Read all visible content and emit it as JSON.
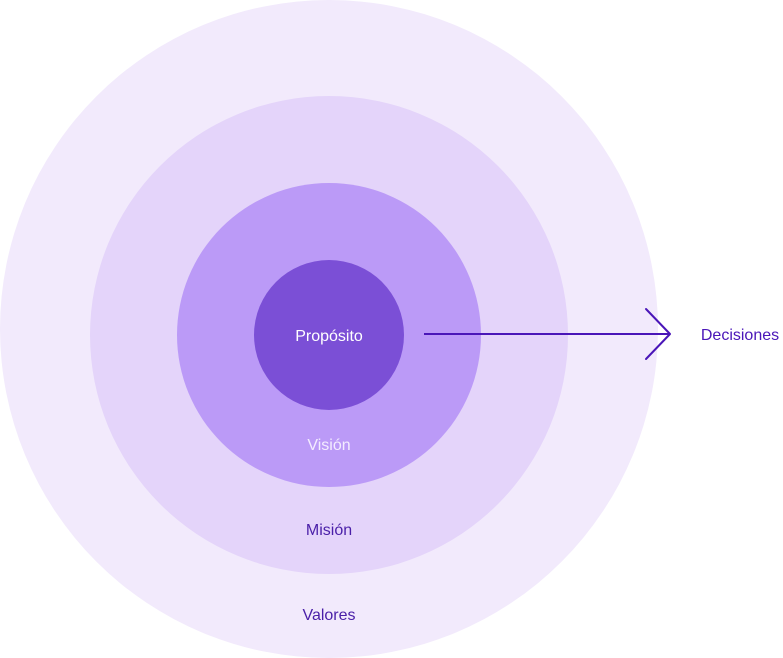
{
  "diagram": {
    "rings": [
      {
        "id": "valores",
        "label": "Valores",
        "fill": "#F2EAFC",
        "text_color": "#4A1FA8"
      },
      {
        "id": "mision",
        "label": "Misión",
        "fill": "#E4D4FA",
        "text_color": "#4A1FA8"
      },
      {
        "id": "vision",
        "label": "Visión",
        "fill": "#BB9AF7",
        "text_color": "#F3ECFF"
      },
      {
        "id": "proposito",
        "label": "Propósito",
        "fill": "#7B4FD6",
        "text_color": "#FFFFFF"
      }
    ],
    "arrow": {
      "color": "#4A16B8",
      "target_label": "Decisiones"
    }
  }
}
